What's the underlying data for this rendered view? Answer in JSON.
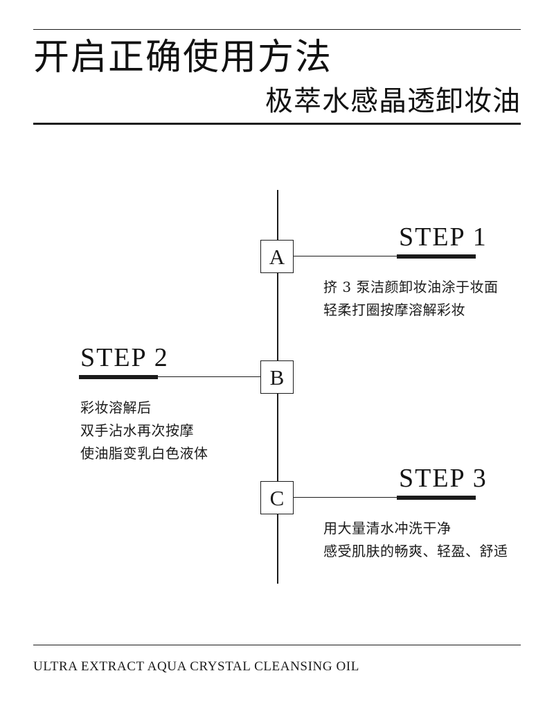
{
  "header": {
    "title": "开启正确使用方法",
    "subtitle": "极萃水感晶透卸妆油"
  },
  "steps": [
    {
      "marker": "A",
      "heading": "STEP 1",
      "lines": [
        "挤 3 泵洁颜卸妆油涂于妆面",
        "轻柔打圈按摩溶解彩妆"
      ]
    },
    {
      "marker": "B",
      "heading": "STEP 2",
      "lines": [
        "彩妆溶解后",
        "双手沾水再次按摩",
        "使油脂变乳白色液体"
      ]
    },
    {
      "marker": "C",
      "heading": "STEP 3",
      "lines": [
        "用大量清水冲洗干净",
        "感受肌肤的畅爽、轻盈、舒适"
      ]
    }
  ],
  "footer": {
    "product_name_en": "ULTRA EXTRACT AQUA CRYSTAL CLEANSING OIL"
  },
  "colors": {
    "ink": "#1b1b1b",
    "background": "#ffffff"
  }
}
